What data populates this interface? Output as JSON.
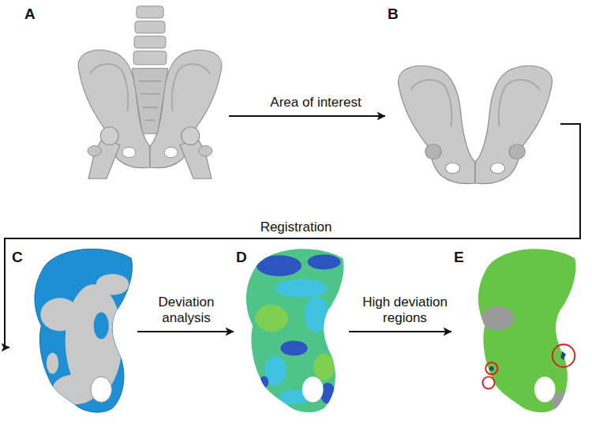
{
  "diagram": {
    "nodes": [
      {
        "text": [
          "A"
        ]
      },
      {
        "text": [
          "B"
        ]
      },
      {
        "text": [
          "C"
        ]
      },
      {
        "text": [
          "D"
        ]
      },
      {
        "text": [
          "E"
        ]
      }
    ],
    "edges": [
      {
        "from": 0,
        "to": 1,
        "arrow": "to",
        "label": "Area of interest"
      },
      {
        "from": 1,
        "to": 2,
        "arrow": "to",
        "label": "Registration"
      },
      {
        "from": 2,
        "to": 3,
        "arrow": "to",
        "label": "Deviation analysis"
      },
      {
        "from": 3,
        "to": 4,
        "arrow": "to",
        "label": "High deviation regions"
      }
    ]
  }
}
